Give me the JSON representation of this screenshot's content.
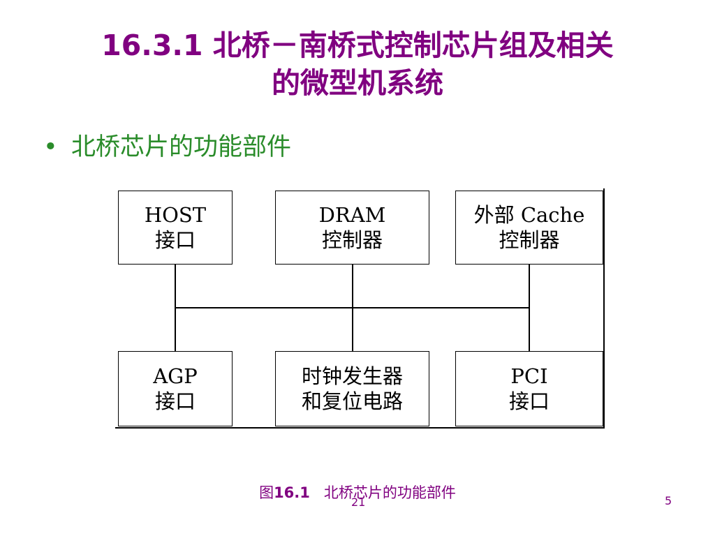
{
  "title": {
    "line1": "16.3.1 北桥－南桥式控制芯片组及相关",
    "line2": "的微型机系统"
  },
  "bullet": {
    "symbol": "•",
    "text": "北桥芯片的功能部件"
  },
  "nodes": {
    "host": {
      "line1": "HOST",
      "line2": "接口"
    },
    "dram": {
      "line1": "DRAM",
      "line2": "控制器"
    },
    "cache": {
      "line1": "外部 Cache",
      "line2": "控制器"
    },
    "agp": {
      "line1": "AGP",
      "line2": "接口"
    },
    "clock": {
      "line1": "时钟发生器",
      "line2": "和复位电路"
    },
    "pci": {
      "line1": "PCI",
      "line2": "接口"
    }
  },
  "caption": {
    "label": "图",
    "number": "16.1",
    "text": "北桥芯片的功能部件"
  },
  "footer": {
    "inner_page": "21",
    "slide_number": "5"
  },
  "colors": {
    "title": "#800080",
    "bullet": "#2a8c2a",
    "caption": "#800080",
    "diagram_lines": "#000000"
  }
}
